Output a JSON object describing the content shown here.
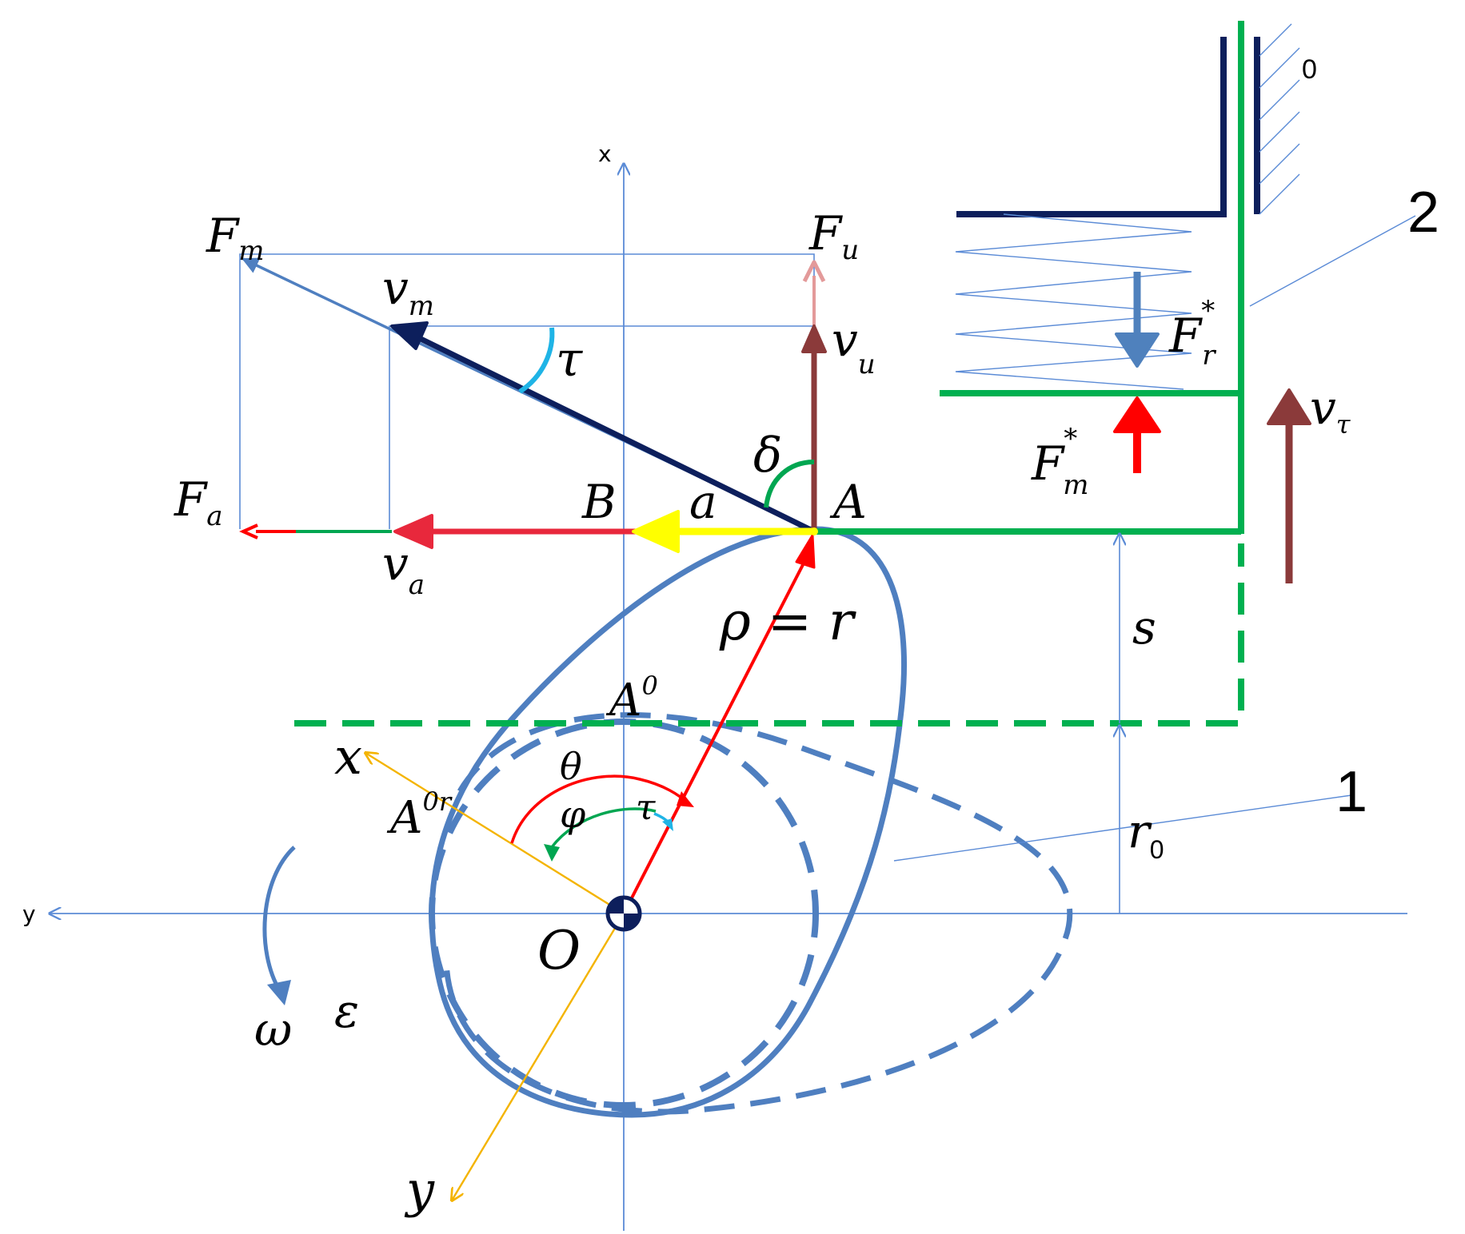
{
  "colors": {
    "axis": "#5b8bd6",
    "cam": "#4f7fc0",
    "follower": "#00b050",
    "dark_navy": "#0d1f5c",
    "brown": "#8b3a3a",
    "pink": "#e39a9a",
    "red": "#ff0000",
    "yellow": "#ffff00",
    "orange": "#f4b400",
    "cyan": "#1fb4e6",
    "green_arc": "#00a651",
    "steel_blue_arrow": "#4f81bd"
  },
  "axes": {
    "x_label": "x",
    "y_label": "y"
  },
  "labels": {
    "Fm": {
      "main": "F",
      "sub": "m"
    },
    "Fu": {
      "main": "F",
      "sub": "u"
    },
    "vm": {
      "main": "v",
      "sub": "m"
    },
    "vu": {
      "main": "v",
      "sub": "u"
    },
    "tau_top": "τ",
    "delta": "δ",
    "Fa": {
      "main": "F",
      "sub": "a"
    },
    "va": {
      "main": "v",
      "sub": "a"
    },
    "B": "B",
    "a": "a",
    "A": "A",
    "Fr_star": {
      "main": "F",
      "sub": "r",
      "sup": "*"
    },
    "Fm_star": {
      "main": "F",
      "sub": "m",
      "sup": "*"
    },
    "vtau": {
      "main": "v",
      "sub": "τ"
    },
    "s": "s",
    "rho_eq_r": "ρ = r",
    "A0": {
      "main": "A",
      "sup": "0"
    },
    "A0r": {
      "main": "A",
      "sup": "0r"
    },
    "x_rot": "x",
    "y_rot": "y",
    "theta": "θ",
    "phi": "φ",
    "tau_small": "τ",
    "O": "O",
    "omega": "ω",
    "epsilon": "ε",
    "r0": {
      "main": "r",
      "sub": "0"
    },
    "part_0": "0",
    "part_1": "1",
    "part_2": "2"
  }
}
